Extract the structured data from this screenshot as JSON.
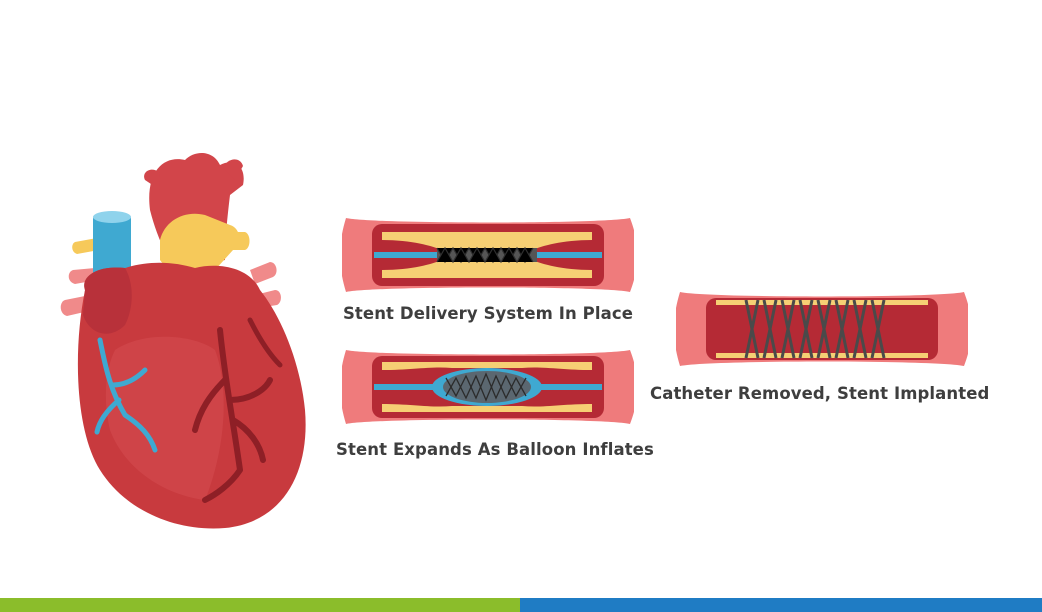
{
  "captions": {
    "stage1": "Stent Delivery System In Place",
    "stage2": "Stent Expands As Balloon Inflates",
    "stage3": "Catheter Removed, Stent Implanted"
  },
  "colors": {
    "heart_red": "#c83a3e",
    "heart_dark": "#8e1f26",
    "vein_blue": "#3fa9d1",
    "fat_yellow": "#f6cf74",
    "vessel_outer": "#ef7b7c",
    "vessel_inner": "#b52a35",
    "stent_gray": "#444444",
    "bar_green": "#8bbd2b",
    "bar_blue": "#1f7cc4"
  },
  "icons": {
    "heart": "heart-anatomy-icon",
    "vessel": "artery-cross-section-icon",
    "stent": "stent-mesh-icon"
  }
}
